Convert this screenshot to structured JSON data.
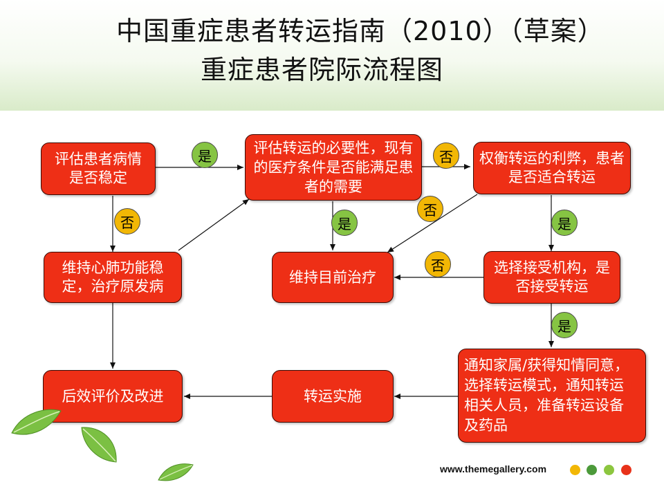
{
  "title": {
    "line1": "中国重症患者转运指南（2010）（草案）",
    "line2": "重症患者院际流程图"
  },
  "nodes": {
    "assess_condition": "评估患者病情是否稳定",
    "assess_necessity": "评估转运的必要性，现有的医疗条件是否能满足患者的需要",
    "weigh_pros_cons": "权衡转运的利弊，患者是否适合转运",
    "maintain_function": "维持心肺功能稳定，治疗原发病",
    "maintain_treatment": "维持目前治疗",
    "choose_institution": "选择接受机构，是否接受转运",
    "notify_prepare": "通知家属/获得知情同意，选择转运模式，通知转运相关人员，准备转运设备及药品",
    "evaluate_improve": "后效评价及改进",
    "implement_transfer": "转运实施"
  },
  "badges": {
    "yes": "是",
    "no": "否"
  },
  "footer": {
    "url": "www.themegallery.com",
    "dot_colors": [
      "#f2b705",
      "#4c9a3a",
      "#8cc63f",
      "#e8321a"
    ]
  },
  "colors": {
    "node_fill": "#ee2f16",
    "yes_badge": "#86c443",
    "no_badge": "#f2b705"
  }
}
